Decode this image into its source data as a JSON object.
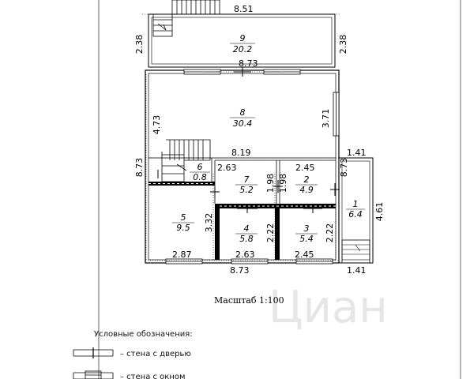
{
  "dimensions": {
    "top_width": "8.51",
    "terrace_height_left": "2.38",
    "terrace_height_right": "2.38",
    "house_width_top": "8.73",
    "room8_height": "4.73",
    "room8_window": "3.71",
    "hall_width": "8.19",
    "house_height": "8.73",
    "right_height": "8.73",
    "porch_top_width": "1.41",
    "porch_height": "4.61",
    "room7_width": "2.63",
    "room2_width": "2.45",
    "room7_height": "1.98",
    "room2_height": "1.98",
    "room5_height": "3.32",
    "room4_height": "2.22",
    "room3_height": "2.22",
    "room5_width": "2.87",
    "room4_width": "2.63",
    "room3_width": "2.45",
    "house_width_bottom": "8.73",
    "porch_bottom_width": "1.41"
  },
  "rooms": [
    {
      "num": "9",
      "area": "20.2"
    },
    {
      "num": "8",
      "area": "30.4"
    },
    {
      "num": "6",
      "area": "0.8"
    },
    {
      "num": "7",
      "area": "5.2"
    },
    {
      "num": "2",
      "area": "4.9"
    },
    {
      "num": "1",
      "area": "6.4"
    },
    {
      "num": "5",
      "area": "9.5"
    },
    {
      "num": "4",
      "area": "5.8"
    },
    {
      "num": "3",
      "area": "5.4"
    }
  ],
  "scale_caption": "Масштаб 1:100",
  "legend": {
    "title": "Условные обозначения:",
    "door": "– стена с дверью",
    "window": "– стена с окном"
  },
  "watermark": "Циан"
}
